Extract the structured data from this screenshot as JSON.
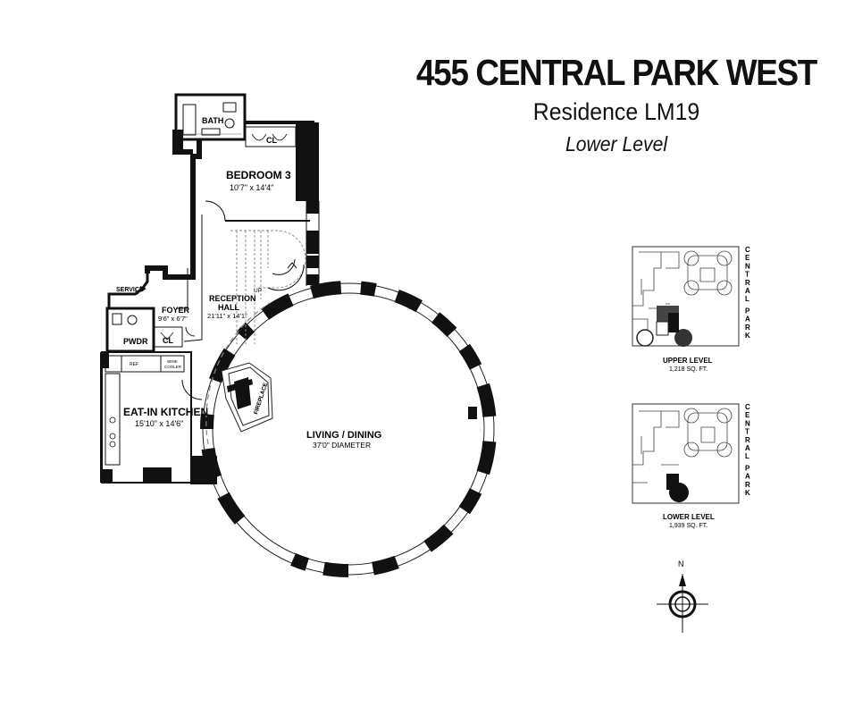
{
  "header": {
    "building": "455 CENTRAL PARK WEST",
    "residence": "Residence LM19",
    "level": "Lower Level"
  },
  "rooms": {
    "bath": "BATH",
    "closet": "CL",
    "bedroom": "BEDROOM 3",
    "bedroom_dim": "10'7\" x 14'4\"",
    "reception": "RECEPTION",
    "reception2": "HALL",
    "reception_dim": "21'11\" x 14'1\"",
    "up": "UP",
    "service": "SERVICE",
    "foyer": "FOYER",
    "foyer_dim": "9'6\" x 6'7\"",
    "pwdr": "PWDR",
    "closet2": "CL",
    "ref": "REF",
    "wine1": "WINE",
    "wine2": "COOLER",
    "kitchen": "EAT-IN KITCHEN",
    "kitchen_dim": "15'10\" x 14'6\"",
    "fireplace": "FIREPLACE",
    "living": "LIVING / DINING",
    "living_dim": "37'0\" DIAMETER"
  },
  "keyplans": {
    "street": [
      "C",
      "E",
      "N",
      "T",
      "R",
      "A",
      "L",
      "P",
      "A",
      "R",
      "K"
    ],
    "upper_label": "UPPER LEVEL",
    "upper_area": "1,218 SQ. FT.",
    "lower_label": "LOWER LEVEL",
    "lower_area": "1,939 SQ. FT."
  },
  "compass": {
    "north": "N"
  }
}
